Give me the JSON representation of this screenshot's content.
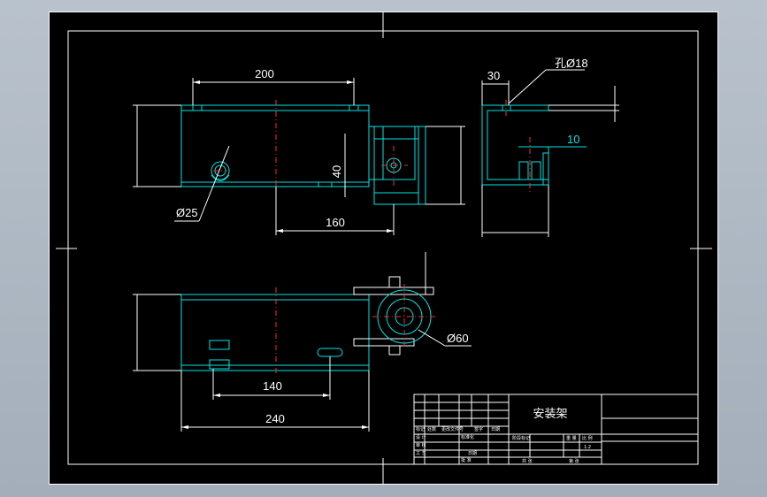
{
  "drawing": {
    "title": "安装架",
    "scale": "1:2"
  },
  "dimensions": {
    "top_view": {
      "length_top": "200",
      "length_bottom": "160",
      "hole_dia": "Ø25",
      "width_mid": "40"
    },
    "side_view": {
      "offset": "30",
      "hole_note": "孔Ø18",
      "thickness": "10"
    },
    "front_view": {
      "spacing": "140",
      "length": "240",
      "roller_dia": "Ø60"
    }
  },
  "title_block": {
    "row_labels": [
      "标记",
      "处数",
      "更改文件号",
      "签字",
      "日期"
    ],
    "design_label": "设 计",
    "standard_label": "标准化",
    "stage_label": "阶段标记",
    "weight_label": "重 量",
    "ratio_label": "比 例",
    "review_label": "审 核",
    "craft_label": "工 艺",
    "approve_label": "批 准",
    "sheets_total_label": "共 张",
    "sheet_label": "第 张",
    "date_label": "日期"
  },
  "colors": {
    "background": "#000000",
    "outline": "#ffffff",
    "part": "#00e5e5",
    "centerline": "#ff2a2a"
  }
}
